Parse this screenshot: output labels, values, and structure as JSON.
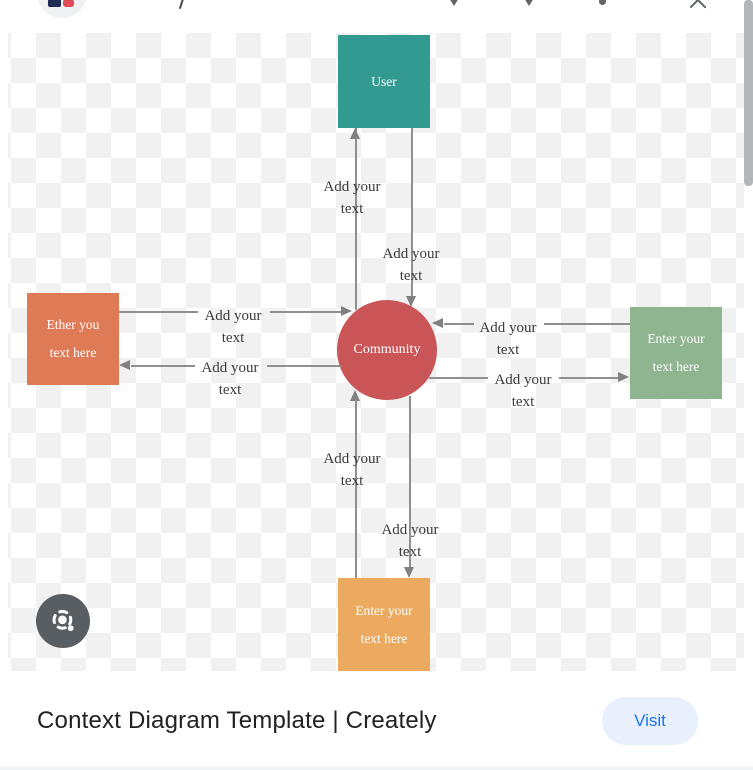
{
  "header": {
    "avatar": {
      "name": "site-favicon"
    },
    "slash_mark": "/",
    "icons": [
      {
        "name": "thumbs-up-icon-partial"
      },
      {
        "name": "bookmark-icon-partial"
      },
      {
        "name": "more-options-icon-partial"
      },
      {
        "name": "close-icon-partial"
      }
    ]
  },
  "viewer": {
    "diagram": {
      "nodes": {
        "user": {
          "label": "User",
          "color": "#339a91"
        },
        "community": {
          "label": "Community",
          "color": "#c95557"
        },
        "left": {
          "line1": "Ether you",
          "line2": "text here",
          "color": "#df7a57"
        },
        "right": {
          "line1": "Enter your",
          "line2": "text here",
          "color": "#8fb590"
        },
        "bottom": {
          "line1": "Enter your",
          "line2": "text here",
          "color": "#ecaa60"
        }
      },
      "edge_labels": [
        {
          "edge": "community-to-user",
          "line1": "Add your",
          "line2": "text"
        },
        {
          "edge": "user-to-community",
          "line1": "Add your",
          "line2": "text"
        },
        {
          "edge": "left-to-community",
          "line1": "Add your",
          "line2": "text"
        },
        {
          "edge": "community-to-left",
          "line1": "Add your",
          "line2": "text"
        },
        {
          "edge": "right-to-community",
          "line1": "Add your",
          "line2": "text"
        },
        {
          "edge": "community-to-right",
          "line1": "Add your",
          "line2": "text"
        },
        {
          "edge": "bottom-to-community",
          "line1": "Add your",
          "line2": "text"
        },
        {
          "edge": "community-to-bottom",
          "line1": "Add your",
          "line2": "text"
        }
      ],
      "background": "transparency-checker"
    },
    "lens_button": {
      "name": "google-lens-button"
    },
    "scrollbar": {
      "thumb_color": "#b4b7ba"
    }
  },
  "footer": {
    "title": "Context Diagram Template | Creately",
    "visit_label": "Visit",
    "visit_colors": {
      "background": "#e8f0fe",
      "text": "#1a73e8"
    }
  }
}
